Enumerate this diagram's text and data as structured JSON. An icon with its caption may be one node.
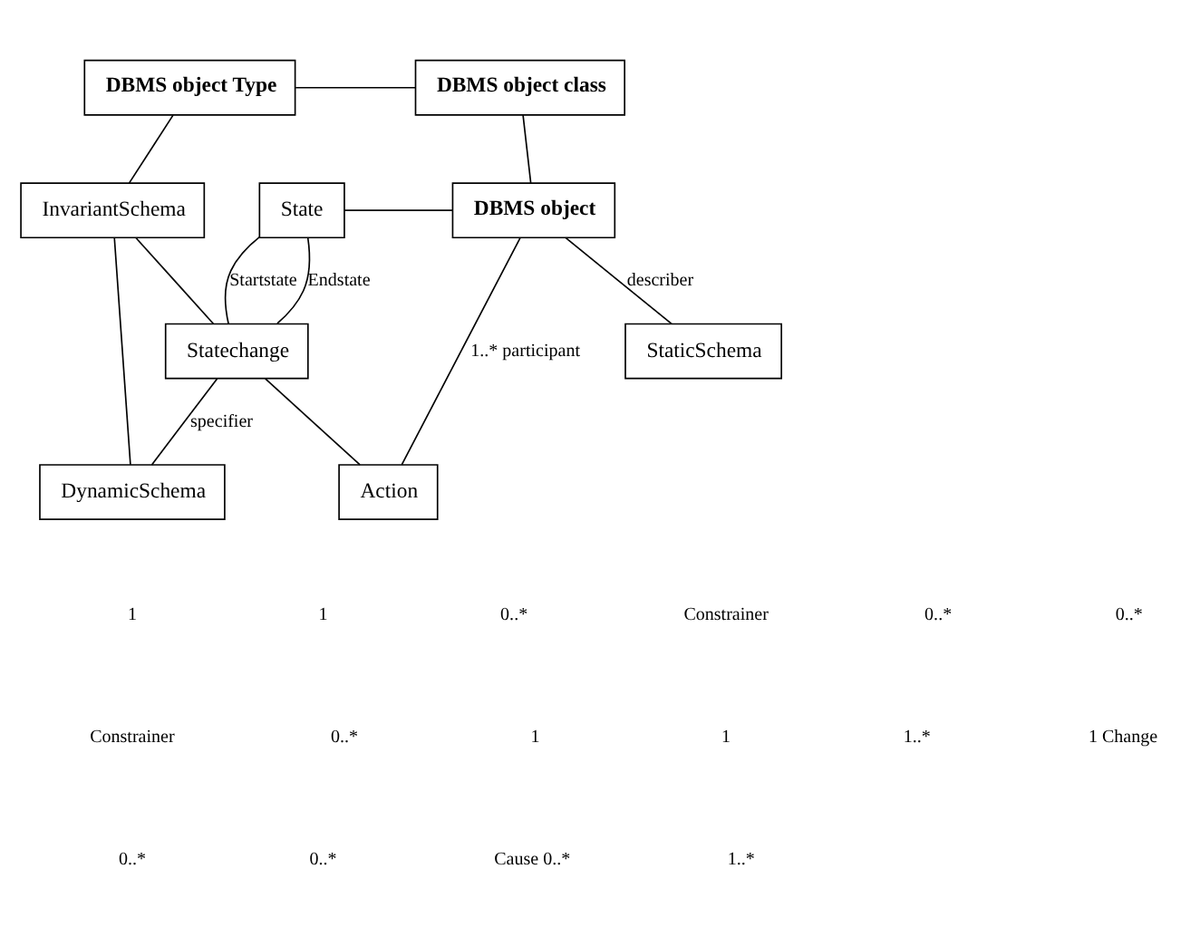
{
  "diagram": {
    "nodes": [
      {
        "text": [
          "DBMS object Type"
        ]
      },
      {
        "text": [
          "DBMS object class"
        ]
      },
      {
        "text": [
          "InvariantSchema"
        ]
      },
      {
        "text": [
          "State"
        ]
      },
      {
        "text": [
          "DBMS object"
        ]
      },
      {
        "text": [
          "Statechange"
        ]
      },
      {
        "text": [
          "Action"
        ]
      },
      {
        "text": [
          "StaticSchema"
        ]
      },
      {
        "text": [
          "DynamicSchema"
        ]
      }
    ],
    "edges": [
      {
        "from": 0,
        "to": 1,
        "arrow": "none"
      },
      {
        "from": 0,
        "to": 2,
        "arrow": "none"
      },
      {
        "from": 1,
        "to": 4,
        "arrow": "none"
      },
      {
        "from": 2,
        "to": 5,
        "arrow": "none"
      },
      {
        "from": 2,
        "to": 8,
        "arrow": "none"
      },
      {
        "from": 3,
        "to": 4,
        "arrow": "none"
      },
      {
        "from": 3,
        "to": 5,
        "label": "Startstate",
        "arrow": "none"
      },
      {
        "from": 3,
        "to": 5,
        "label": "Endstate",
        "arrow": "none"
      },
      {
        "from": 5,
        "to": 6,
        "arrow": "none"
      },
      {
        "from": 4,
        "to": 6,
        "label": "1..* participant",
        "arrow": "none"
      },
      {
        "from": 4,
        "to": 7,
        "label": "describer",
        "arrow": "none"
      },
      {
        "from": 5,
        "to": 8,
        "label": "specifier",
        "arrow": "none"
      }
    ],
    "labels": [
      "1",
      "1",
      "0..*",
      "Constrainer",
      "0..*",
      "0..*",
      "Constrainer",
      "0..*",
      "1",
      "1",
      "1..*",
      "1 Change",
      "0..*",
      "0..*",
      "Cause 0..*",
      "1..*"
    ]
  }
}
